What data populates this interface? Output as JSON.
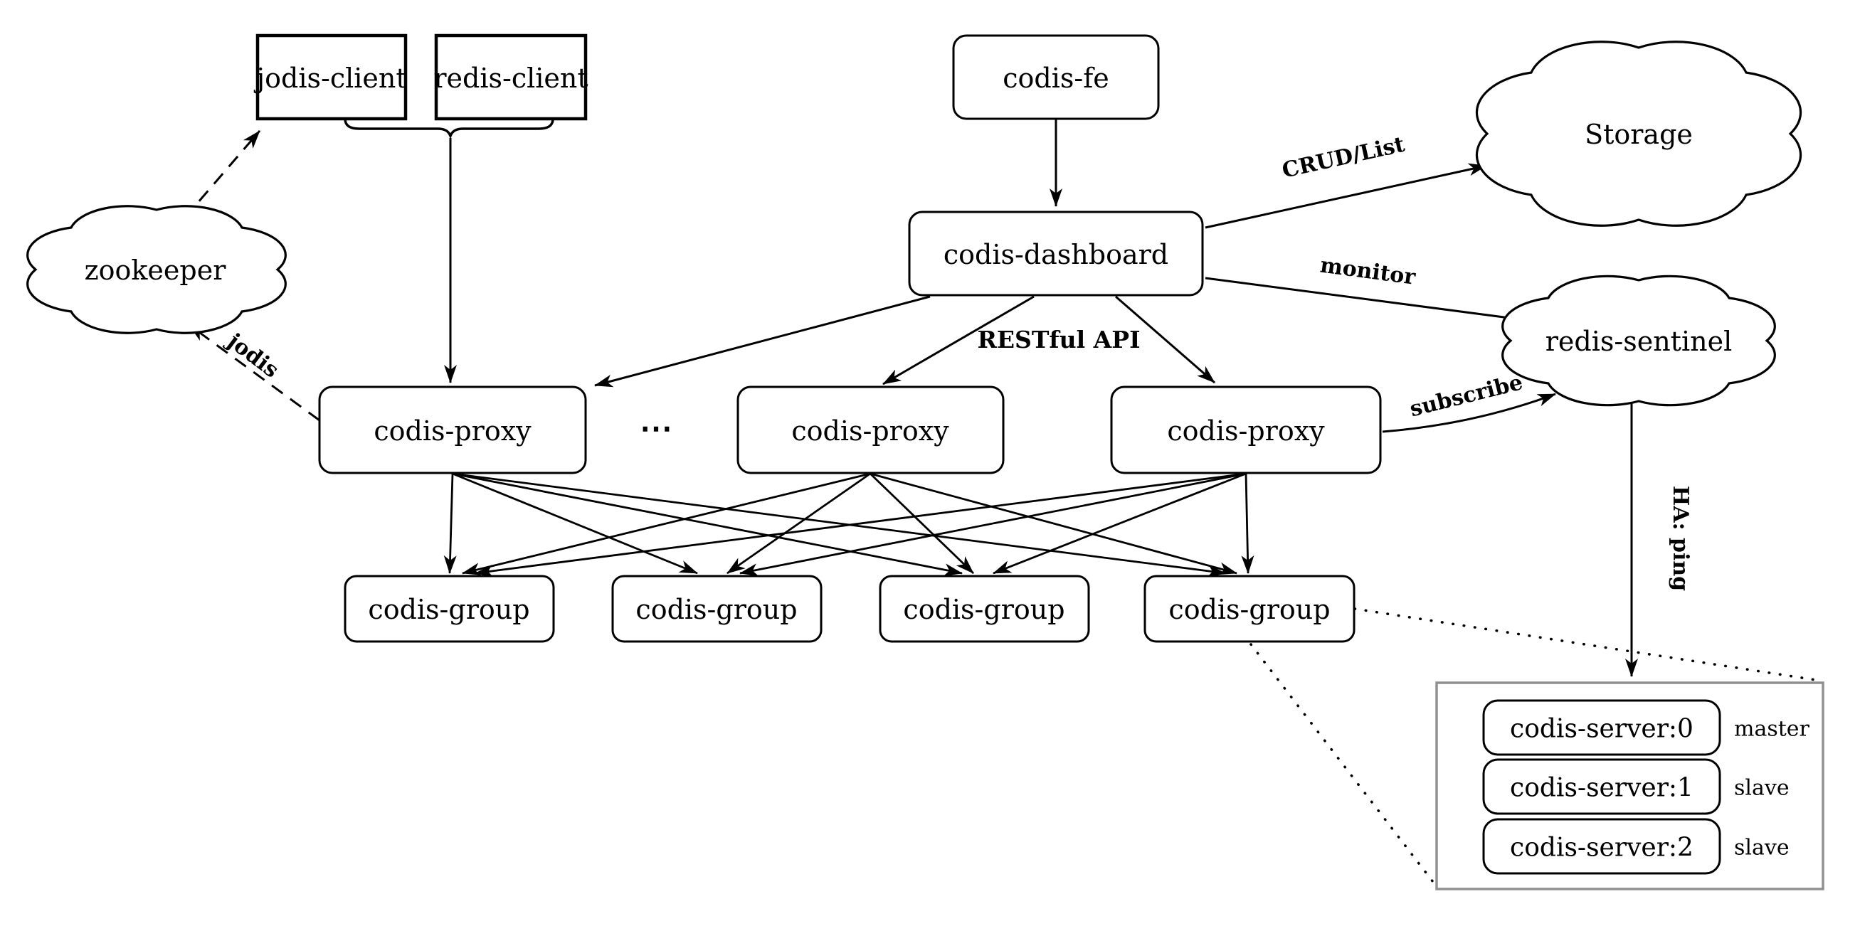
{
  "diagram": {
    "colors": {
      "background": "#ffffff",
      "line": "#000000",
      "server_box_border": "#909090"
    },
    "clients": {
      "jodis": "jodis-client",
      "redis": "redis-client"
    },
    "codis_fe": "codis-fe",
    "dashboard": "codis-dashboard",
    "clouds": {
      "zookeeper": "zookeeper",
      "storage": "Storage",
      "sentinel": "redis-sentinel"
    },
    "proxies": [
      "codis-proxy",
      "codis-proxy",
      "codis-proxy"
    ],
    "proxy_ellipsis": "⋯",
    "groups": [
      "codis-group",
      "codis-group",
      "codis-group",
      "codis-group"
    ],
    "servers": [
      {
        "name": "codis-server:0",
        "role": "master"
      },
      {
        "name": "codis-server:1",
        "role": "slave"
      },
      {
        "name": "codis-server:2",
        "role": "slave"
      }
    ],
    "edge_labels": {
      "crud": "CRUD/List",
      "monitor": "monitor",
      "restful": "RESTful API",
      "subscribe": "subscribe",
      "jodis": "jodis",
      "ha_ping": "HA: ping"
    }
  }
}
